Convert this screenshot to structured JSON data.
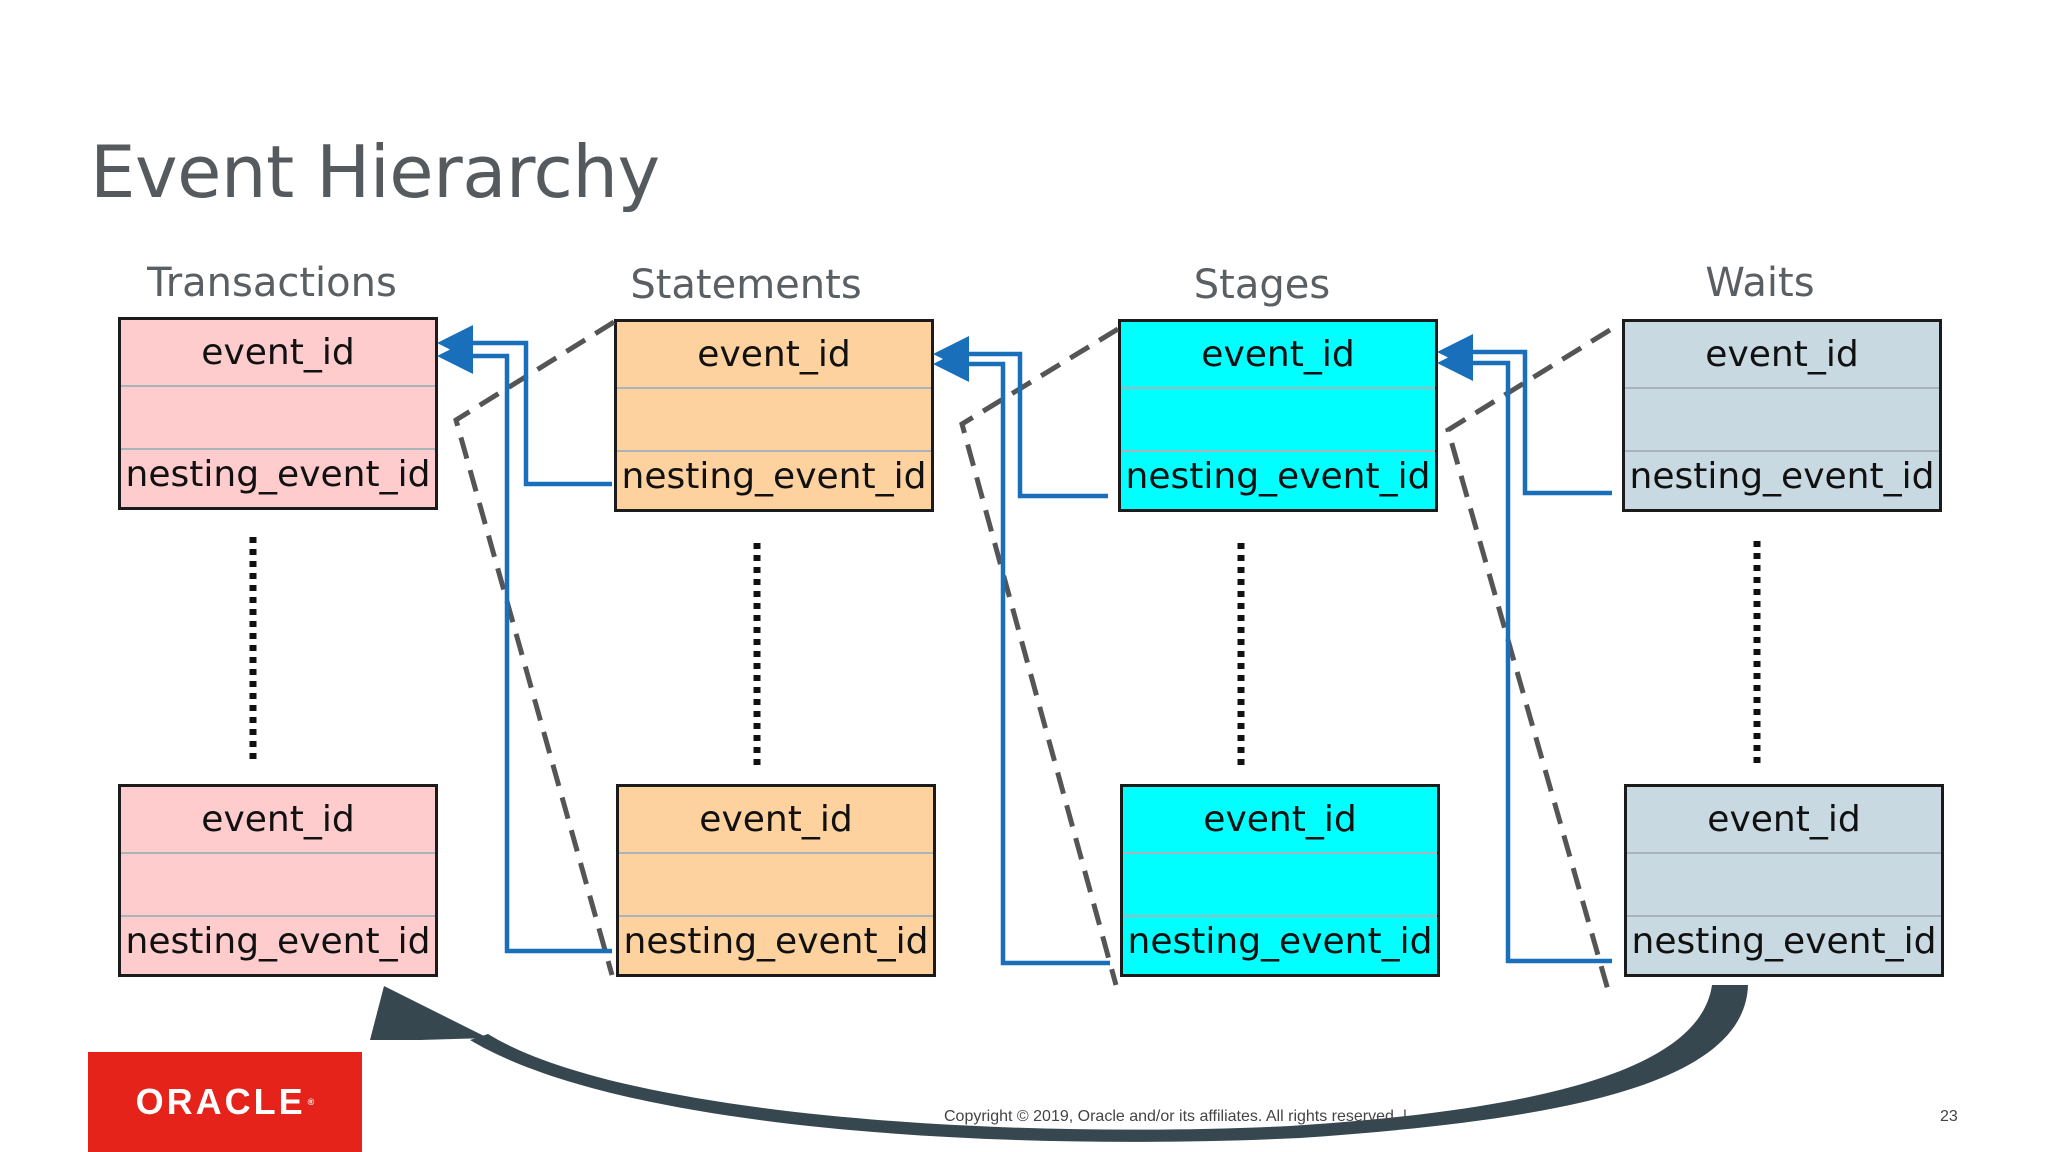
{
  "slide": {
    "title": "Event Hierarchy",
    "copyright": "Copyright © 2019, Oracle and/or its affiliates. All rights reserved.  |",
    "page_number": "23",
    "logo_text": "ORACLE"
  },
  "columns": [
    {
      "label": "Transactions",
      "color": "#ffccce"
    },
    {
      "label": "Statements",
      "color": "#fdd29e"
    },
    {
      "label": "Stages",
      "color": "#00ffff"
    },
    {
      "label": "Waits",
      "color": "#c8d9e1"
    }
  ],
  "fields": {
    "top": "event_id",
    "bottom": "nesting_event_id"
  },
  "colors": {
    "link_line": "#1a6fba",
    "dashed_guide": "#555555",
    "return_arrow": "#37474f",
    "brand_red": "#e5231b"
  }
}
